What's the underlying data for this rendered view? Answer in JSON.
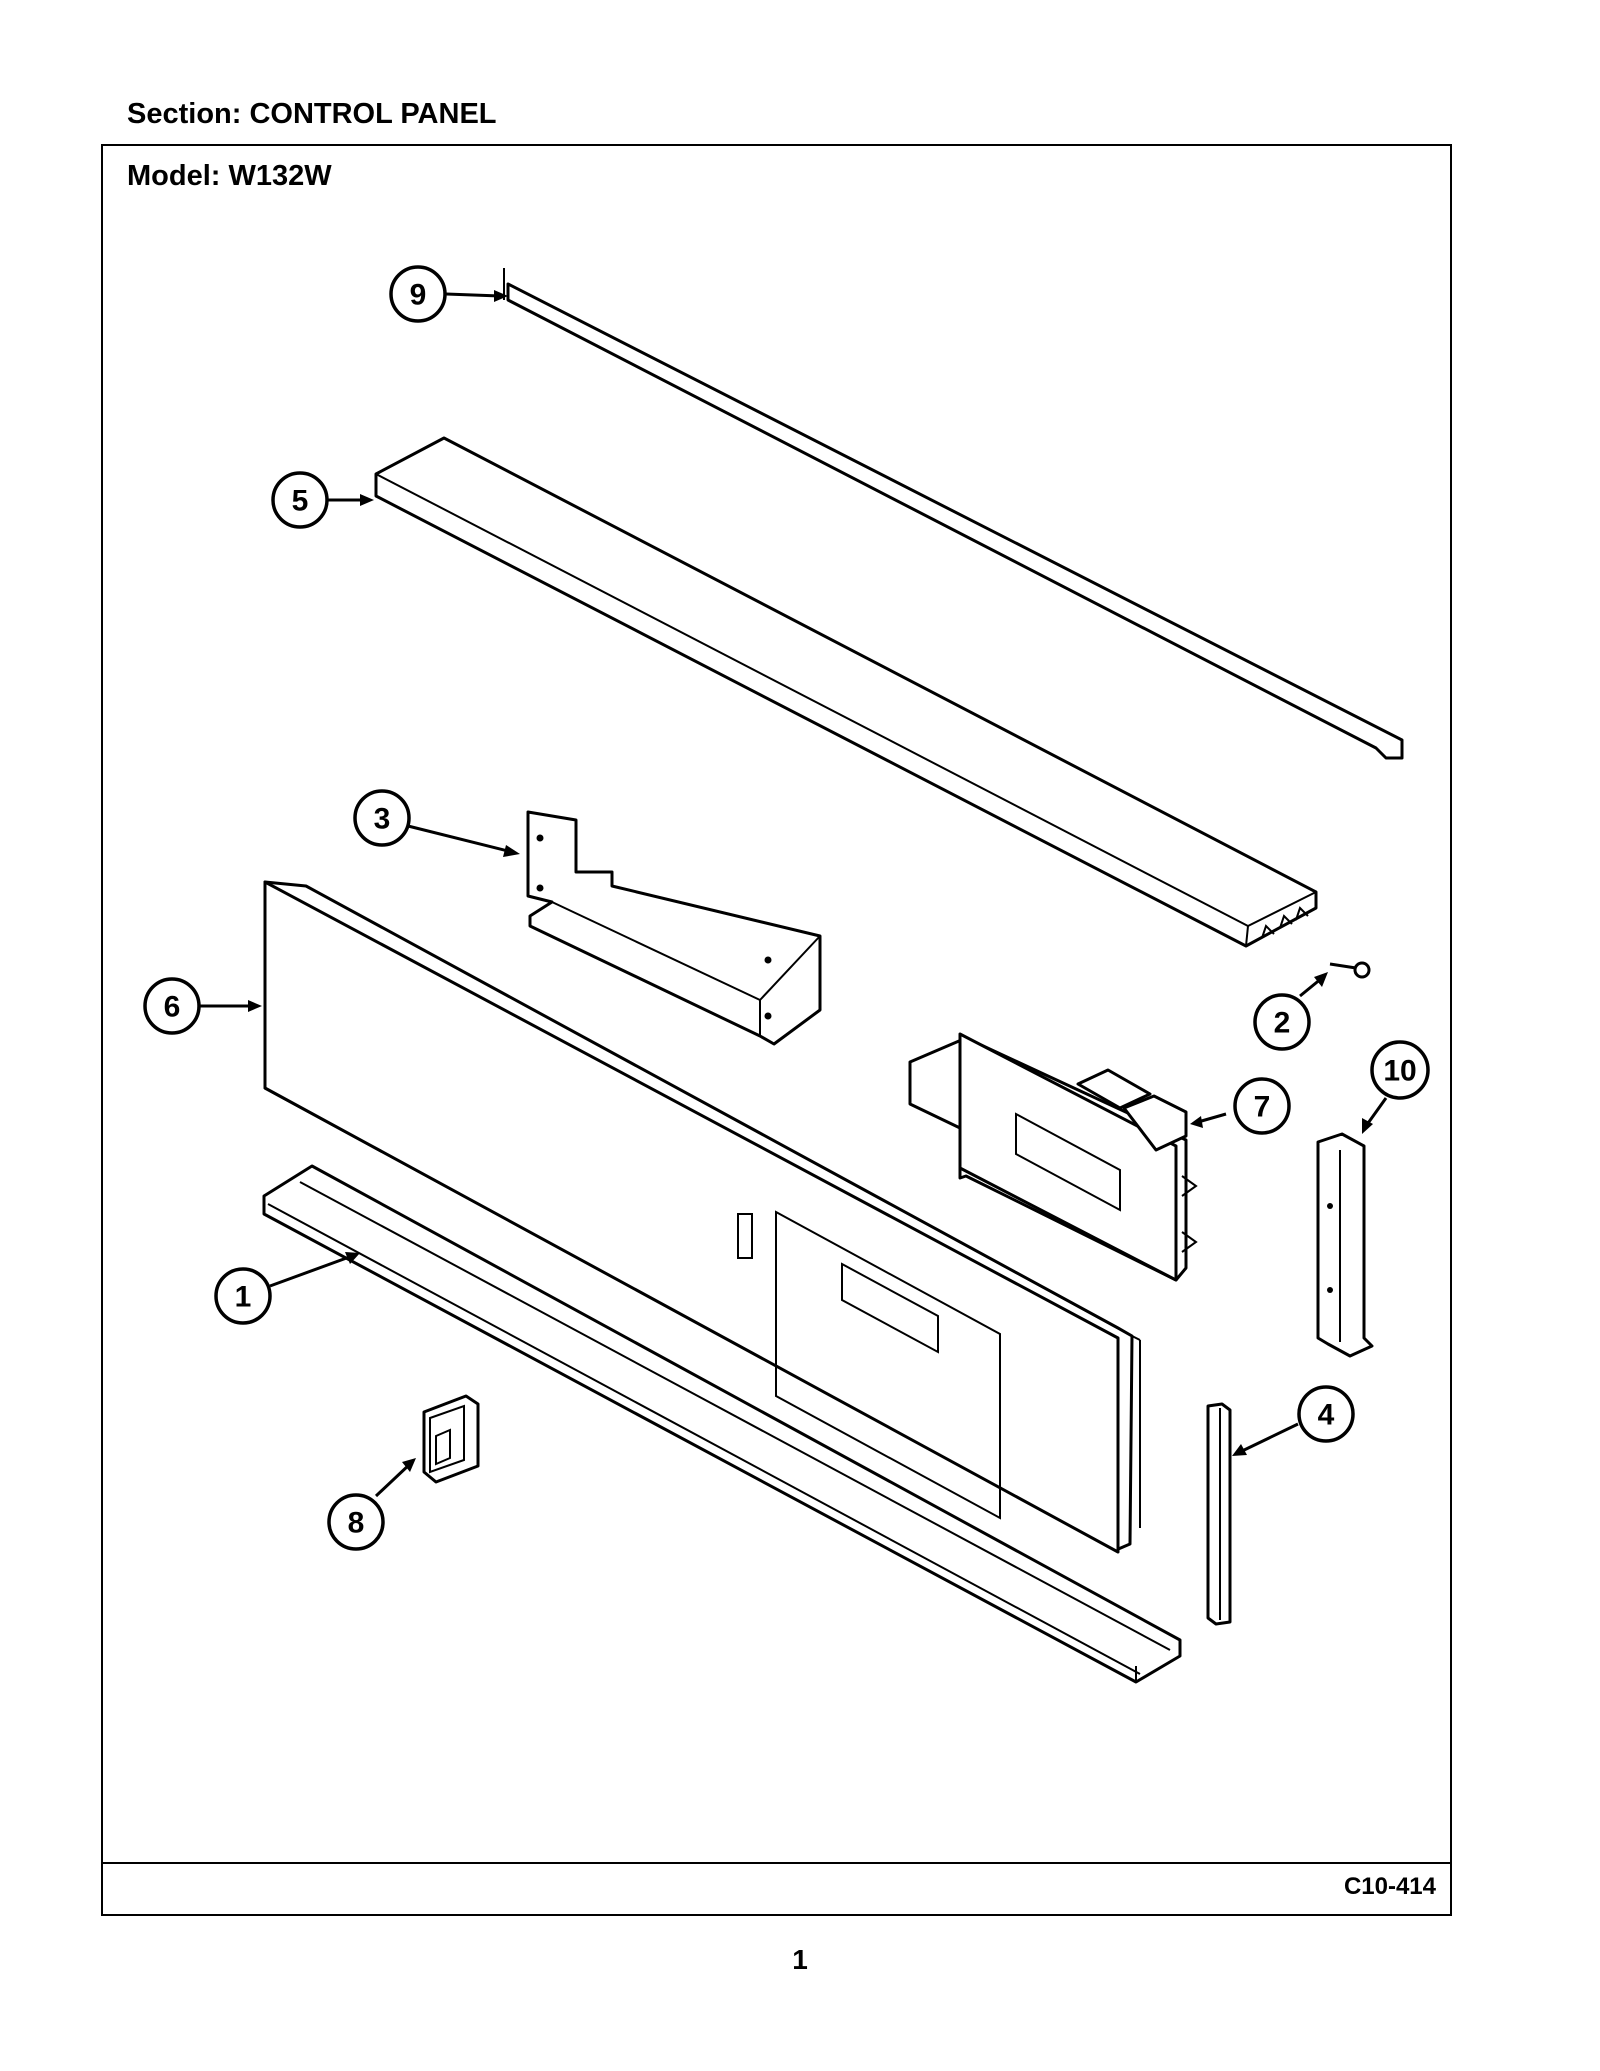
{
  "header": {
    "section": "Section:  CONTROL PANEL",
    "model": "Model:  W132W"
  },
  "footer": {
    "drawing_code": "C10-414",
    "page_number": "1"
  },
  "callouts": [
    "1",
    "2",
    "3",
    "4",
    "5",
    "6",
    "7",
    "8",
    "9",
    "10"
  ]
}
